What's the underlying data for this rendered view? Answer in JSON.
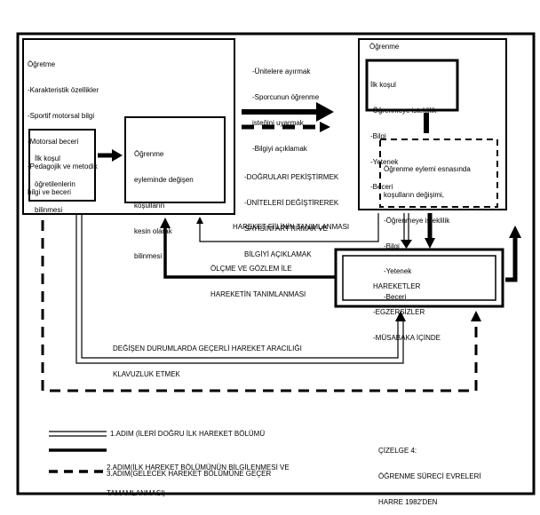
{
  "ogretme": {
    "title": "Öğretme",
    "items": [
      "-Karakteristik özellikler",
      "-Sportif motorsal bilgi",
      "-Motorsal beceri",
      "-Pedagojik ve metodik",
      "bilgi ve beceri"
    ],
    "prereq": [
      "İlk koşul",
      "öğretilenlerin",
      "bilinmesi"
    ],
    "changing": [
      "Öğrenme",
      "eyleminde değişen",
      "koşulların",
      "kesin olarak",
      "bilinmesi"
    ]
  },
  "instructions_top": [
    "-Ünitelere ayırmak",
    "-Sporcunun öğrenme",
    "isteğini uyarmak",
    "-Bilgiyi açıklamak"
  ],
  "instructions_mid": [
    "-DOĞRULARI PEKİŞTİRMEK",
    "-ÜNİTELERİ DEĞİŞTİREREK",
    "SAYISINI ARTTIRMAK VE",
    "BİLGİYİ AÇIKLAMAK"
  ],
  "ogrenme": {
    "title": "Öğrenme",
    "prereq": [
      "İlk koşul",
      "-Öğrenmeye isteklilik",
      "-Bilgi",
      "-Yetenek",
      "-Beceri"
    ],
    "during": [
      "Öğrenme eylemi esnasında",
      "koşulların değişimi,",
      "-Öğrenmeye isteklilik",
      "-Bilgi",
      "-Yetenek",
      "-Beceri"
    ]
  },
  "labels": {
    "hareket_fiili": "HAREKET FİİLİNİN TANIMLANMASI",
    "olcme": [
      "ÖLÇME VE GÖZLEM İLE",
      "HAREKETİN TANIMLANMASI"
    ],
    "degisen": [
      "DEĞİŞEN DURUMLARDA GEÇERLİ HAREKET ARACILIĞI",
      "KLAVUZLUK ETMEK"
    ]
  },
  "hareketler": [
    "HAREKETLER",
    "-EGZERSİZLER",
    "-MÜSABAKA İÇİNDE"
  ],
  "legend": {
    "step1": "1.ADIM (İLERİ DOĞRU İLK HAREKET BÖLÜMÜ",
    "step2": [
      "2.ADIM(İLK HAREKET BÖLÜMÜNÜN BİLGİLENMESİ VE",
      "TAMAMLANMASI)"
    ],
    "step3": "3.ADIM(GELECEK HAREKET BÖLÜMÜNE GEÇER"
  },
  "caption": [
    "ÇİZELGE 4:",
    "ÖĞRENME SÜRECİ EVRELERİ",
    "HARRE 1982'DEN"
  ]
}
